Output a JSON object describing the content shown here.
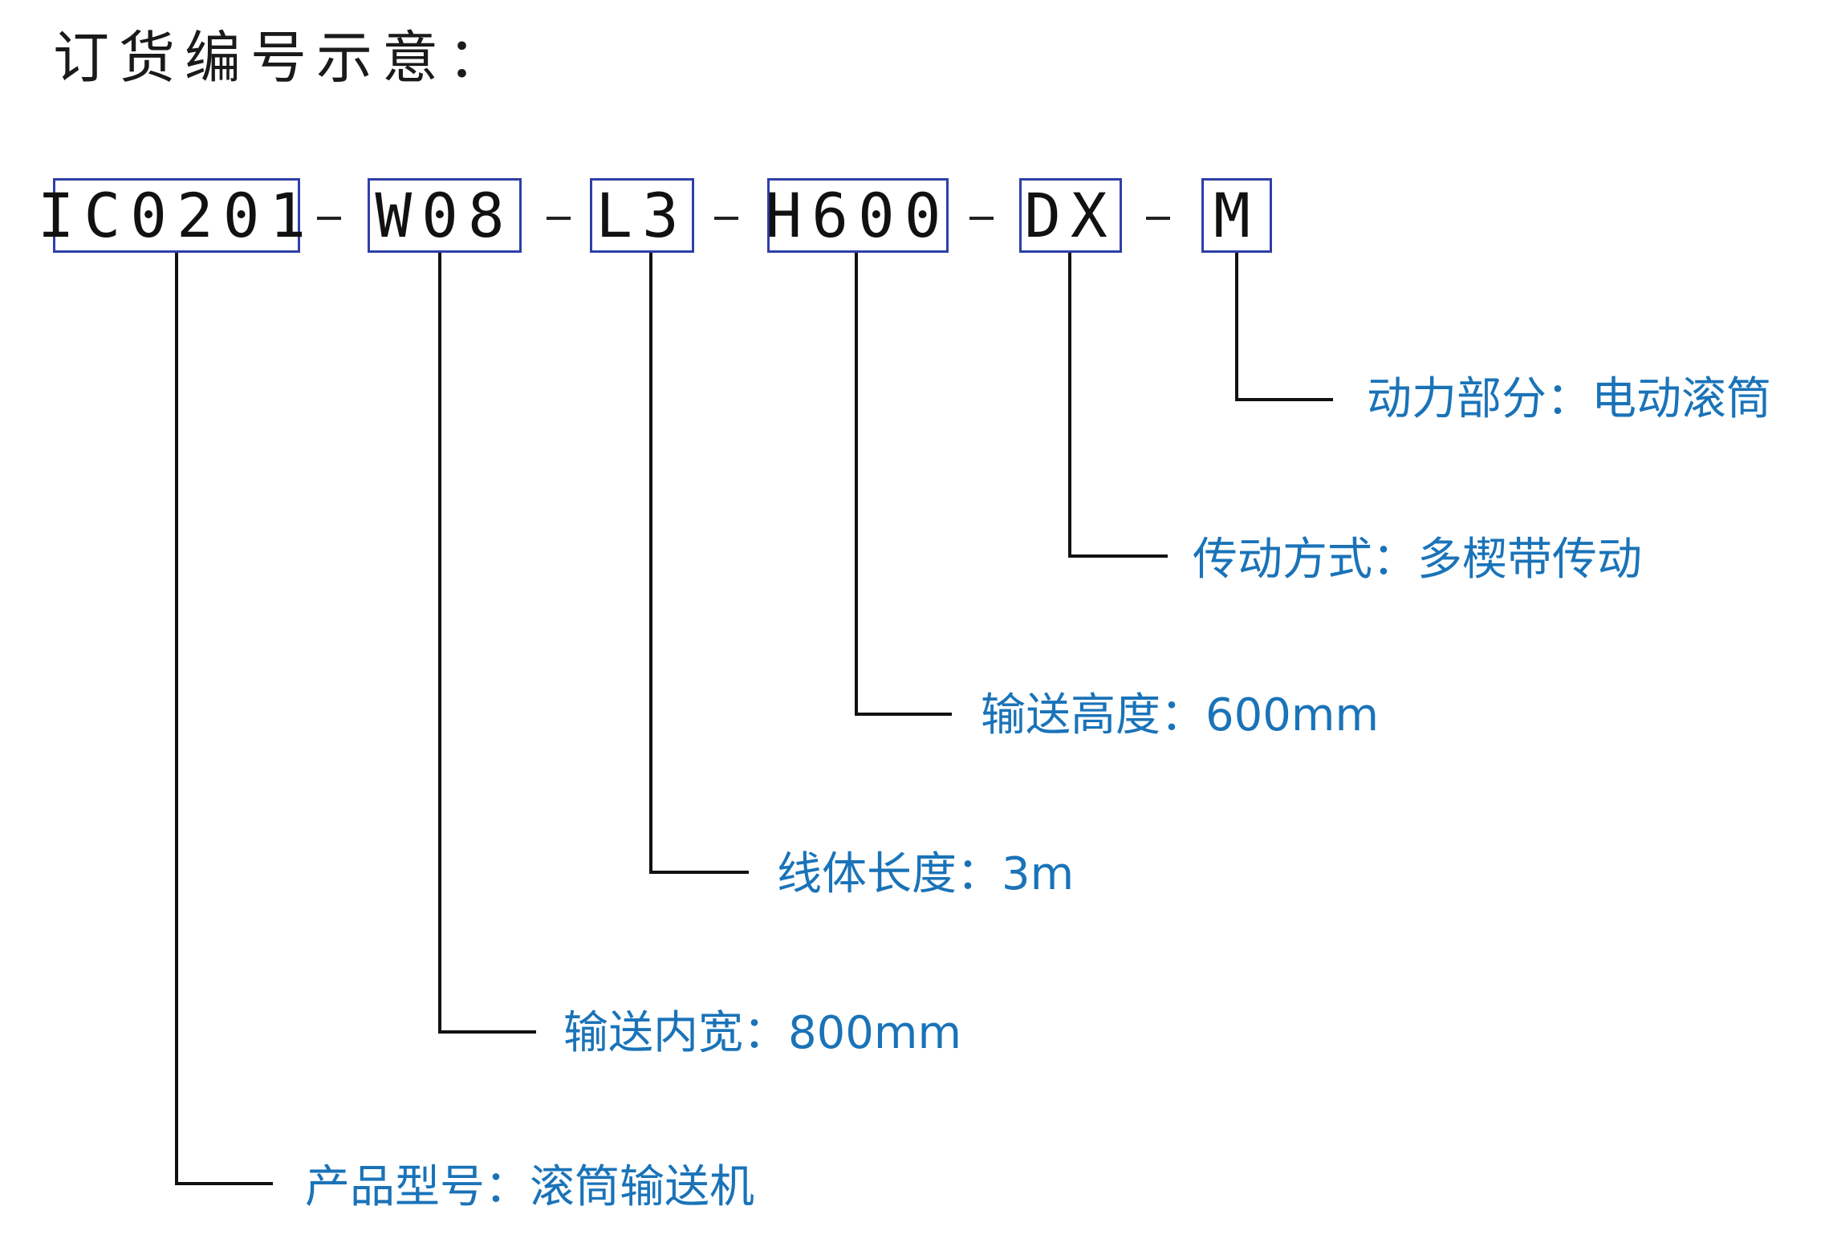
{
  "title": "订货编号示意：",
  "code_segments": [
    {
      "id": "product",
      "code": "IC0201",
      "label": "产品型号：滚筒输送机"
    },
    {
      "id": "width",
      "code": "W08",
      "label": "输送内宽：800mm"
    },
    {
      "id": "length",
      "code": "L3",
      "label": "线体长度：3m"
    },
    {
      "id": "height",
      "code": "H600",
      "label": "输送高度：600mm"
    },
    {
      "id": "drive",
      "code": "DX",
      "label": "传动方式：多楔带传动"
    },
    {
      "id": "power",
      "code": "M",
      "label": "动力部分：电动滚筒"
    }
  ],
  "separator": "–",
  "colors": {
    "box_border": "#2f3fa8",
    "label_text": "#1a73b8",
    "line": "#111111",
    "code_text": "#111111"
  }
}
